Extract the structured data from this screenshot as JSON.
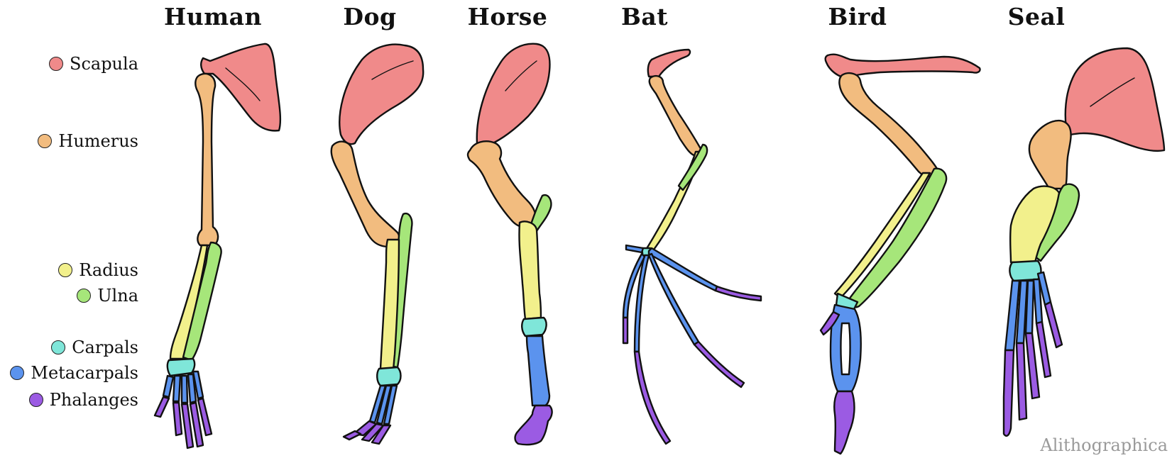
{
  "animals": [
    {
      "key": "human",
      "name": "Human"
    },
    {
      "key": "dog",
      "name": "Dog"
    },
    {
      "key": "horse",
      "name": "Horse"
    },
    {
      "key": "bat",
      "name": "Bat"
    },
    {
      "key": "bird",
      "name": "Bird"
    },
    {
      "key": "seal",
      "name": "Seal"
    }
  ],
  "legend": [
    {
      "key": "scapula",
      "label": "Scapula",
      "color": "#F08A8A"
    },
    {
      "key": "humerus",
      "label": "Humerus",
      "color": "#F2BC7F"
    },
    {
      "key": "radius",
      "label": "Radius",
      "color": "#F2F08C"
    },
    {
      "key": "ulna",
      "label": "Ulna",
      "color": "#A6E67A"
    },
    {
      "key": "carpals",
      "label": "Carpals",
      "color": "#7FE6D9"
    },
    {
      "key": "metacarpals",
      "label": "Metacarpals",
      "color": "#5B93EE"
    },
    {
      "key": "phalanges",
      "label": "Phalanges",
      "color": "#9B5BE3"
    }
  ],
  "credit": "Alithographica"
}
